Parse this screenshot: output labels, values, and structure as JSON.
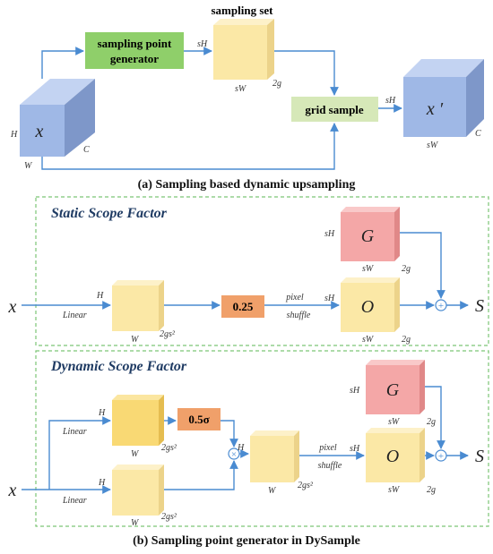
{
  "part_a": {
    "sampling_set_title": "sampling set",
    "sampling_point_generator": "sampling point generator",
    "grid_sample": "grid sample",
    "input_label": "x",
    "output_label": "x ′",
    "caption": "(a) Sampling based dynamic upsampling",
    "dims": {
      "H": "H",
      "W": "W",
      "C": "C",
      "sH": "sH",
      "sW": "sW",
      "twog": "2g"
    }
  },
  "part_b": {
    "caption": "(b) Sampling point generator in DySample",
    "static": {
      "title": "Static Scope Factor",
      "input": "x",
      "output": "S",
      "linear": "Linear",
      "H": "H",
      "W": "W",
      "ch": "2gs²",
      "factor": "0.25",
      "pixel": "pixel",
      "shuffle": "shuffle",
      "G": "G",
      "O": "O",
      "sH_G": "sH",
      "sW_G": "sW",
      "twog_G": "2g",
      "sH_O": "sH",
      "sW_O": "sW",
      "twog_O": "2g",
      "plus": "+"
    },
    "dynamic": {
      "title": "Dynamic Scope Factor",
      "input": "x",
      "output": "S",
      "linear_top": "Linear",
      "linear_bot": "Linear",
      "H_top": "H",
      "H_bot": "H",
      "W_top": "W",
      "W_bot": "W",
      "ch_top": "2gs²",
      "ch_bot": "2gs²",
      "factor": "0.5σ",
      "times": "×",
      "H_mid": "H",
      "W_mid": "W",
      "ch_mid": "2gs²",
      "pixel": "pixel",
      "shuffle": "shuffle",
      "G": "G",
      "O": "O",
      "sH_G": "sH",
      "sW_G": "sW",
      "twog_G": "2g",
      "sH_O": "sH",
      "sW_O": "sW",
      "twog_O": "2g",
      "plus": "+"
    }
  },
  "colors": {
    "arrow": "#4a8bd1",
    "green_box": "#8fcf6a",
    "grid_box": "#d6e8b8",
    "cube_blue": "#9fb8e6",
    "cube_yellow": "#fbe8a6",
    "cube_yellow_strong": "#f9d974",
    "cube_pink": "#f4a7a7",
    "factor_orange": "#f0a06a",
    "dashed_border": "#7cc576",
    "section_title": "#1f3b63"
  }
}
